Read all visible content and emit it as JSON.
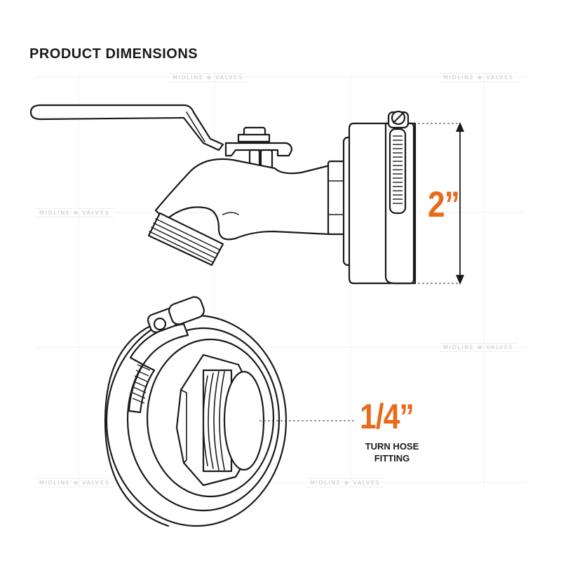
{
  "title": "PRODUCT DIMENSIONS",
  "watermark": "MIDLINE ⊕ VALVES",
  "dimensions": {
    "adapter_diameter": "2”",
    "hose_fitting": "1/4”",
    "hose_fitting_caption_line1": "TURN HOSE",
    "hose_fitting_caption_line2": "FITTING"
  },
  "colors": {
    "accent": "#ea6a1b",
    "ink": "#1a1a1a",
    "watermark": "#c9c9c9"
  }
}
